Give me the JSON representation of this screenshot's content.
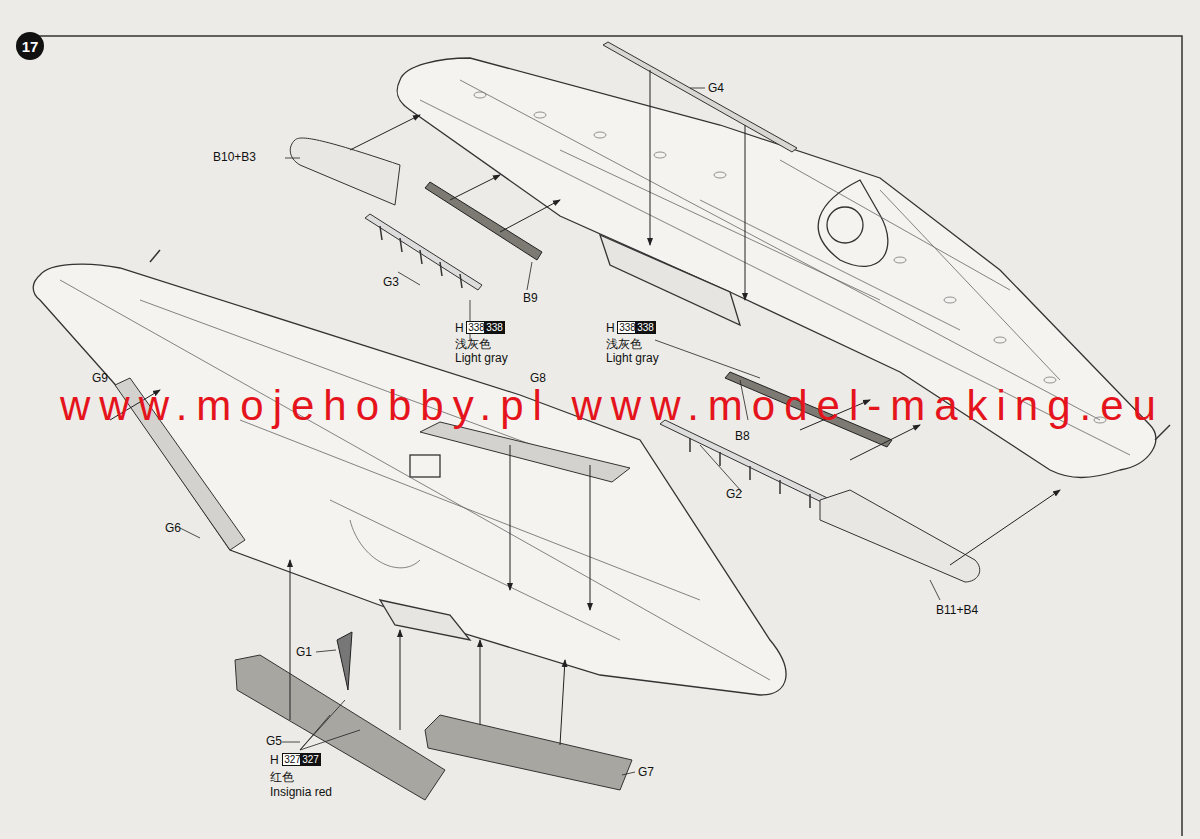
{
  "diagram": {
    "nodes": [
      {
        "text": [
          "17"
        ]
      },
      {
        "text": [
          "338"
        ]
      },
      {
        "text": [
          "338"
        ]
      },
      {
        "text": [
          "338"
        ]
      },
      {
        "text": [
          "338"
        ]
      },
      {
        "text": [
          "327"
        ]
      },
      {
        "text": [
          "327"
        ]
      }
    ],
    "labels": [
      "G4",
      "B10+B3",
      "G3",
      "B9",
      "H",
      "浅灰色",
      "Light gray",
      "H",
      "浅灰色",
      "Light gray",
      "G9",
      "www.mojehobby.pl www.model-making.eu",
      "G8",
      "B8",
      "G2",
      "G6",
      "B11+B4",
      "G1",
      "G5",
      "G7",
      "H",
      "红色",
      "Insignia red"
    ]
  }
}
